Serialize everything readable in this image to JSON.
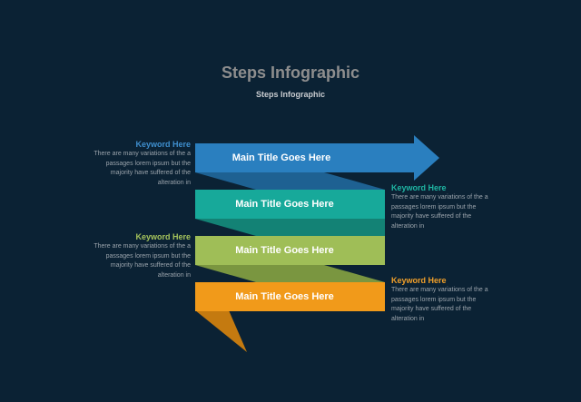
{
  "header": {
    "title": "Steps Infographic",
    "subtitle": "Steps Infographic"
  },
  "steps": [
    {
      "label": "Main Title Goes Here",
      "color": "#2a7fbf",
      "fold_color": "#1e6192"
    },
    {
      "label": "Main Title Goes Here",
      "color": "#17a99a",
      "fold_color": "#138275"
    },
    {
      "label": "Main Title Goes Here",
      "color": "#9fbe57",
      "fold_color": "#7a9640"
    },
    {
      "label": "Main Title Goes Here",
      "color": "#f19a1a",
      "fold_color": "#c47a10"
    }
  ],
  "notes": [
    {
      "keyword": "Keyword Here",
      "text": "There are many variations of the a passages lorem ipsum but the majority have suffered  of the alteration in",
      "color": "#3f8fce"
    },
    {
      "keyword": "Keyword Here",
      "text": "There are many variations of the a passages lorem ipsum but the majority have suffered  of the alteration in",
      "color": "#1fb5a3"
    },
    {
      "keyword": "Keyword Here",
      "text": "There are many variations of the a passages lorem ipsum but the majority have suffered  of the alteration in",
      "color": "#a6c45c"
    },
    {
      "keyword": "Keyword Here",
      "text": "There are many variations of the a passages lorem ipsum but the majority have suffered  of the alteration in",
      "color": "#f2a02a"
    }
  ]
}
